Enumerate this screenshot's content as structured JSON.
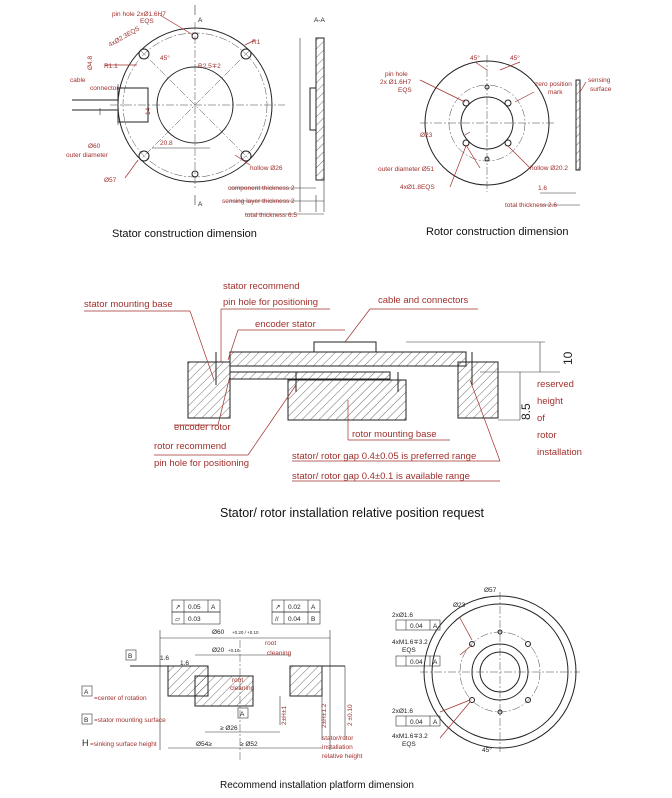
{
  "captions": {
    "stator": "Stator construction dimension",
    "rotor": "Rotor construction dimension",
    "installation": "Stator/ rotor installation relative position request",
    "platform": "Recommend installation platform dimension"
  },
  "stator": {
    "pin_hole": "pin hole 2xØ1.6H7",
    "eqs": "EQS",
    "bolt": "4xØ2.3EQS",
    "r1": "R1",
    "r11": "R1.1",
    "r25": "R2.5∓2",
    "angle": "45°",
    "d48": "Ø4.8",
    "cable": "cable",
    "connector": "connector",
    "d14": "14",
    "d208": "20.8",
    "d60": "Ø60",
    "outer": "outer diameter",
    "d57": "Ø57",
    "hollow": "hollow Ø26",
    "section": "A-A",
    "a": "A",
    "comp_thick": "component thickness 2",
    "sens_thick": "sensing layer thickness 2",
    "total_thick": "total thickness 6.5"
  },
  "rotor": {
    "pin_hole": "pin hole",
    "pin_size": "2x  Ø1.6H7",
    "eqs": "EQS",
    "angle1": "45°",
    "angle2": "45°",
    "zero1": "zero position",
    "zero2": "mark",
    "sensing1": "sensing",
    "sensing2": "surface",
    "d23": "Ø23",
    "outer": "outer diameter Ø51",
    "bolt": "4xØ1.8EQS",
    "hollow": "hollow Ø20.2",
    "d16": "1.6",
    "total": "total thickness 2.6"
  },
  "install": {
    "stator_base": "stator mounting base",
    "stator_rec": "stator recommend",
    "stator_pin": "pin hole for positioning",
    "cable": "cable and connectors",
    "enc_stator": "encoder stator",
    "enc_rotor": "encoder rotor",
    "rotor_rec": "rotor recommend",
    "rotor_pin": "pin hole for positioning",
    "rotor_base": "rotor mounting base",
    "gap1": "stator/ rotor gap 0.4±0.05 is preferred range",
    "gap2": "stator/ rotor gap 0.4±0.1 is available range",
    "v10": "10",
    "v85": "8.5",
    "reserved": [
      "reserved",
      "height",
      "of",
      "rotor",
      "installation"
    ]
  },
  "platform": {
    "fc1_sym": "↗",
    "fc1_val": "0.05",
    "fc1_ref": "A",
    "fc2_sym": "▱",
    "fc2_val": "0.03",
    "fc3_sym": "↗",
    "fc3_val": "0.02",
    "fc3_ref": "A",
    "fc4_sym": "//",
    "fc4_val": "0.04",
    "fc4_ref": "B",
    "d60": "Ø60",
    "d60_tol": "+0.20 / +0.10",
    "d20": "Ø20",
    "d20_tol": "+0.10",
    "d16a": "1.6",
    "d16b": "1.6",
    "root1": "root",
    "cleaning1": "cleaning",
    "root2": "root",
    "cleaning2": "cleaning",
    "ge26": "≥ Ø26",
    "d54": "Ø54≥",
    "ge52": "≥ Ø52",
    "h2": "2±H±1",
    "h3": "2±H±1.2",
    "h4": "2 ±0.10",
    "gapnote": [
      "stator/rotor",
      "installation",
      "relative height"
    ],
    "b": "B",
    "a": "A",
    "leg_a": "=center of rotation",
    "leg_b": "=stator mounting surface",
    "leg_h": "=sinking surface height",
    "h": "H",
    "d57": "Ø57",
    "d23": "Ø23",
    "p1": "2xØ1.6",
    "p1_val": "0.04",
    "p1_ref": "A",
    "m1": "4xM1.6∓3.2",
    "m1_eqs": "EQS",
    "m1_val": "0.04",
    "m1_ref": "A",
    "p2": "2xØ1.6",
    "p2_val": "0.04",
    "p2_ref": "A",
    "m2": "4xM1.6∓3.2",
    "m2_eqs": "EQS",
    "angle": "45°"
  }
}
